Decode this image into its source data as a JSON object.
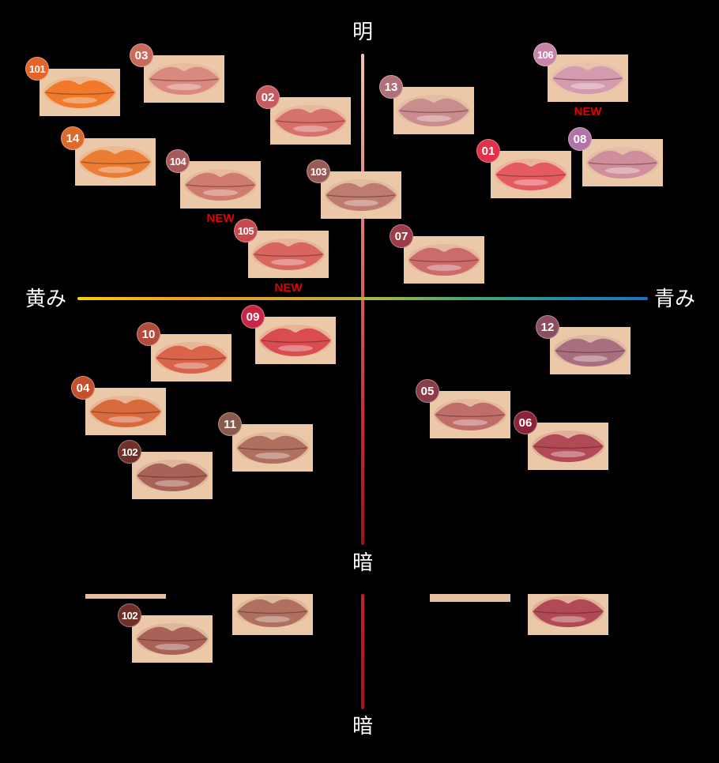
{
  "axes": {
    "top": "明",
    "bottom": "暗",
    "bottom_repeat": "暗",
    "left": "黄み",
    "right": "青み"
  },
  "new_label": "NEW",
  "swatches": [
    {
      "id": "101",
      "lip": "#f07a2a",
      "badge": "#e4642a",
      "is_new": false
    },
    {
      "id": "03",
      "lip": "#d9897e",
      "badge": "#c96a5a",
      "is_new": false
    },
    {
      "id": "02",
      "lip": "#d6716c",
      "badge": "#c65a5e",
      "is_new": false
    },
    {
      "id": "13",
      "lip": "#c98d8e",
      "badge": "#b07078",
      "is_new": false
    },
    {
      "id": "106",
      "lip": "#d49aae",
      "badge": "#c883a8",
      "is_new": true
    },
    {
      "id": "14",
      "lip": "#ea7d33",
      "badge": "#dd6a2a",
      "is_new": false
    },
    {
      "id": "104",
      "lip": "#cf7c6e",
      "badge": "#a85a58",
      "is_new": true
    },
    {
      "id": "103",
      "lip": "#be7c70",
      "badge": "#9a5a56",
      "is_new": false
    },
    {
      "id": "01",
      "lip": "#e45a60",
      "badge": "#e0304a",
      "is_new": false
    },
    {
      "id": "08",
      "lip": "#cf8e9c",
      "badge": "#b274a8",
      "is_new": false
    },
    {
      "id": "105",
      "lip": "#d9665e",
      "badge": "#c84a4e",
      "is_new": true
    },
    {
      "id": "07",
      "lip": "#cc6a6c",
      "badge": "#9c3c48",
      "is_new": false
    },
    {
      "id": "09",
      "lip": "#d94c50",
      "badge": "#c82846",
      "is_new": false
    },
    {
      "id": "10",
      "lip": "#d9644a",
      "badge": "#b44a3a",
      "is_new": false
    },
    {
      "id": "12",
      "lip": "#a8707e",
      "badge": "#8c4e60",
      "is_new": false
    },
    {
      "id": "04",
      "lip": "#d96a3e",
      "badge": "#c4502e",
      "is_new": false
    },
    {
      "id": "05",
      "lip": "#c06e6a",
      "badge": "#8c3c46",
      "is_new": false
    },
    {
      "id": "11",
      "lip": "#b07060",
      "badge": "#8a5a4c",
      "is_new": false
    },
    {
      "id": "06",
      "lip": "#b24a55",
      "badge": "#8a2438",
      "is_new": false
    },
    {
      "id": "102",
      "lip": "#a86258",
      "badge": "#6e3028",
      "is_new": false
    },
    {
      "id": "102",
      "lip": "#a86258",
      "badge": "#6e3028",
      "is_new": false
    }
  ],
  "partial_swatches": [
    {
      "lip": "#b07060"
    },
    {
      "lip": "#b24a55"
    }
  ]
}
